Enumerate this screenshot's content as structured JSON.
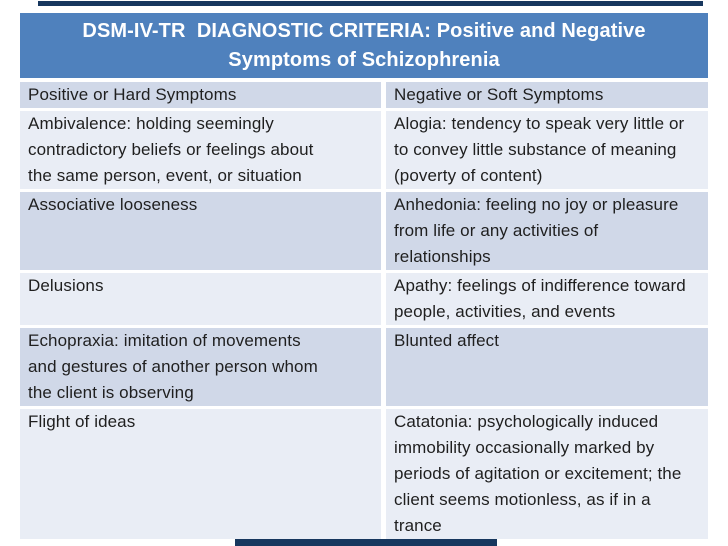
{
  "slide": {
    "title": "DSM-IV-TR  DIAGNOSTIC CRITERIA: Positive and Negative\nSymptoms of Schizophrenia"
  },
  "table": {
    "columns": [
      "Positive or Hard Symptoms",
      "Negative or Soft Symptoms"
    ],
    "rows": [
      {
        "left": "Ambivalence: holding seemingly\ncontradictory beliefs or feelings about\nthe same person, event, or situation",
        "right": "Alogia: tendency to speak very little or\nto convey little substance of meaning\n(poverty of content)"
      },
      {
        "left": "Associative looseness",
        "right": "Anhedonia: feeling no joy or pleasure\nfrom life or any activities of\nrelationships"
      },
      {
        "left": "Delusions",
        "right": "Apathy: feelings of indifference toward\npeople, activities, and events"
      },
      {
        "left": "Echopraxia: imitation of movements\nand gestures of another person whom\nthe client is observing",
        "right": "Blunted affect"
      },
      {
        "left": "Flight of ideas",
        "right": "Catatonia: psychologically induced\nimmobility occasionally marked by\nperiods of agitation or excitement; the\nclient seems motionless, as if in a trance"
      }
    ]
  },
  "colors": {
    "title_bar_blue": "#4F81BD",
    "border_navy": "#17375E",
    "band_dark": "#D0D8E8",
    "band_light": "#E9EDF5",
    "body_text": "#1F1F1F",
    "title_text": "#FFFFFF"
  }
}
